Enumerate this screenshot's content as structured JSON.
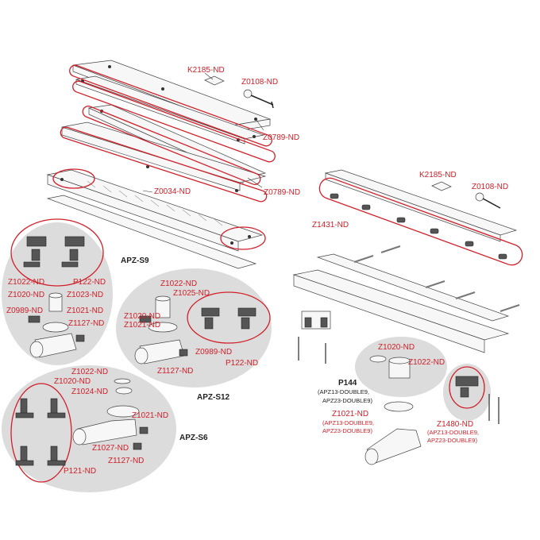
{
  "colors": {
    "highlight": "#d0202a",
    "blob": "#dcdcdc",
    "line": "#444444"
  },
  "labels": {
    "k2185_top": "K2185-ND",
    "z0108_top": "Z0108-ND",
    "z0789_a": "Z0789-ND",
    "z0789_b": "Z0789-ND",
    "z0034": "Z0034-ND",
    "k2185_right": "K2185-ND",
    "z0108_right": "Z0108-ND",
    "z1431": "Z1431-ND",
    "s9_p122": "P122-ND",
    "s9_z1022": "Z1022-ND",
    "s9_z1020": "Z1020-ND",
    "s9_z1023": "Z1023-ND",
    "s9_z0989": "Z0989-ND",
    "s9_z1021": "Z1021-ND",
    "s9_z1127": "Z1127-ND",
    "s12_z1022": "Z1022-ND",
    "s12_z1025": "Z1025-ND",
    "s12_z1020": "Z1020-ND",
    "s12_z1021": "Z1021-ND",
    "s12_z0989": "Z0989-ND",
    "s12_p122": "P122-ND",
    "s12_z1127": "Z1127-ND",
    "s6_z1022": "Z1022-ND",
    "s6_z1020": "Z1020-ND",
    "s6_z1024": "Z1024-ND",
    "s6_z1021": "Z1021-ND",
    "s6_z1027": "Z1027-ND",
    "s6_z1127": "Z1127-ND",
    "s6_p121": "P121-ND",
    "r_z1020": "Z1020-ND",
    "r_z1022": "Z1022-ND",
    "r_z1021": "Z1021-ND",
    "r_z1021_note": "(APZ13-DOUBLE9,",
    "r_z1021_note2": "APZ23-DOUBLE9)",
    "r_p144": "P144",
    "r_p144_note": "(APZ13-DOUBLE9,",
    "r_p144_note2": "APZ23-DOUBLE9)",
    "r_z1480": "Z1480-ND",
    "r_z1480_note": "(APZ13-DOUBLE9,",
    "r_z1480_note2": "APZ23-DOUBLE9)"
  },
  "groups": {
    "s9": "APZ-S9",
    "s12": "APZ-S12",
    "s6": "APZ-S6"
  }
}
